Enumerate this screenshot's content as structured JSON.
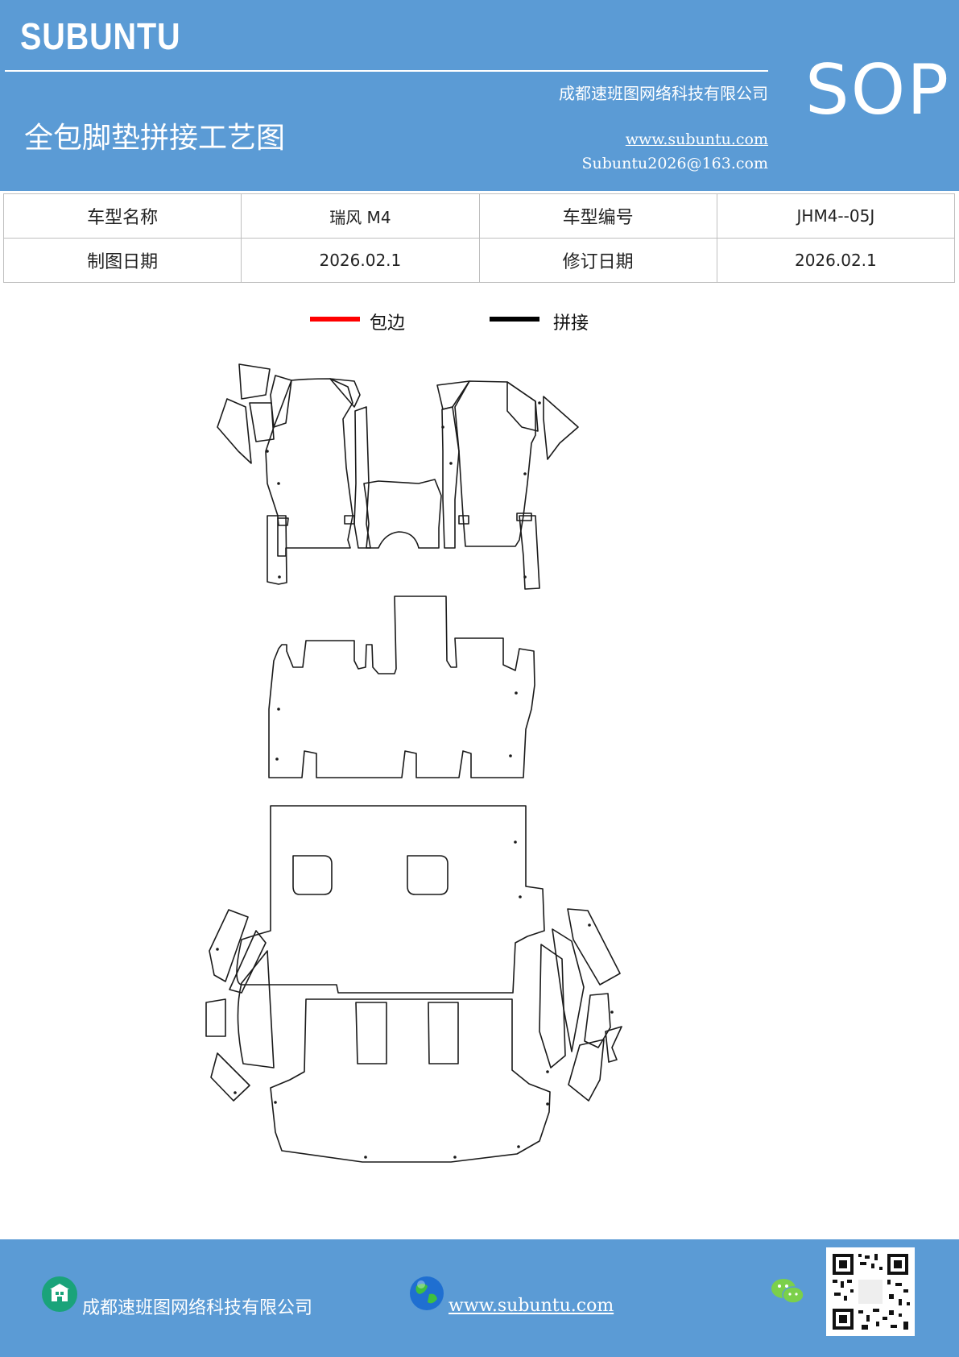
{
  "header": {
    "brand": "SUBUNTU",
    "company": "成都速班图网络科技有限公司",
    "title": "全包脚垫拼接工艺图",
    "website": "www.subuntu.com",
    "email": "Subuntu2026@163.com",
    "badge": "SOP",
    "background_color": "#5b9bd5"
  },
  "info_table": {
    "rows": [
      [
        "车型名称",
        "瑞风 M4",
        "车型编号",
        "JHM4--05J"
      ],
      [
        "制图日期",
        "2026.02.1",
        "修订日期",
        "2026.02.1"
      ]
    ]
  },
  "legend": {
    "items": [
      {
        "label": "包边",
        "color": "#ff0000"
      },
      {
        "label": "拼接",
        "color": "#000000"
      }
    ]
  },
  "footer": {
    "company": "成都速班图网络科技有限公司",
    "website": "www.subuntu.com",
    "icons": [
      "building-icon",
      "globe-icon",
      "wechat-icon",
      "qr-code"
    ]
  }
}
